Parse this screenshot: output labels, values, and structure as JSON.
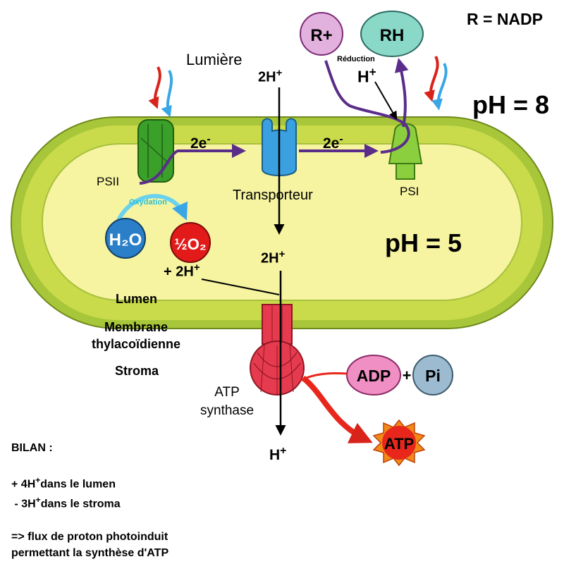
{
  "legend": "R = NADP",
  "ph_stroma": "pH = 8",
  "ph_lumen": "pH = 5",
  "light": "Lumière",
  "labels": {
    "psii": "PSII",
    "psi": "PSI",
    "transporter": "Transporteur",
    "lumen": "Lumen",
    "membrane_line1": "Membrane",
    "membrane_line2": "thylacoïdienne",
    "stroma": "Stroma",
    "atp_synthase_line1": "ATP",
    "atp_synthase_line2": "synthase",
    "oxidation": "Oxydation",
    "reduction": "Réduction"
  },
  "electrons": {
    "e1": "2e",
    "e2": "2e",
    "charge": "-"
  },
  "protons": {
    "top": "2H",
    "middle": "2H",
    "bottom": "H",
    "psi": "H",
    "from_water": "+ 2H",
    "charge": "+"
  },
  "molecules": {
    "water": "H₂O",
    "oxygen": "½O₂",
    "r_plus": "R+",
    "rh": "RH",
    "adp": "ADP",
    "plus": "+",
    "pi": "Pi",
    "atp": "ATP"
  },
  "summary": {
    "title": "BILAN :",
    "line1_pre": "+ 4H",
    "line1_post": "dans le lumen",
    "line2_pre": " - 3H",
    "line2_post": "dans le stroma",
    "line3": "=> flux de proton photoinduit",
    "line4": "permettant la synthèse d'ATP",
    "charge": "+"
  },
  "colors": {
    "membrane_outer": "#a8c63a",
    "membrane_band": "#c9db4a",
    "lumen_fill": "#f6f4a0",
    "psii": "#3aa02a",
    "psi": "#8ccf3e",
    "transporter": "#3aa0e0",
    "atp_synthase": "#e63b4e",
    "electron_path": "#5b2d8a",
    "water": "#2a7fc8",
    "oxygen": "#e21a1a",
    "r_plus": "#e3b1de",
    "rh": "#8ad8c8",
    "adp": "#ef8fc4",
    "pi": "#9cbbd0",
    "atp": "#e8261c"
  }
}
